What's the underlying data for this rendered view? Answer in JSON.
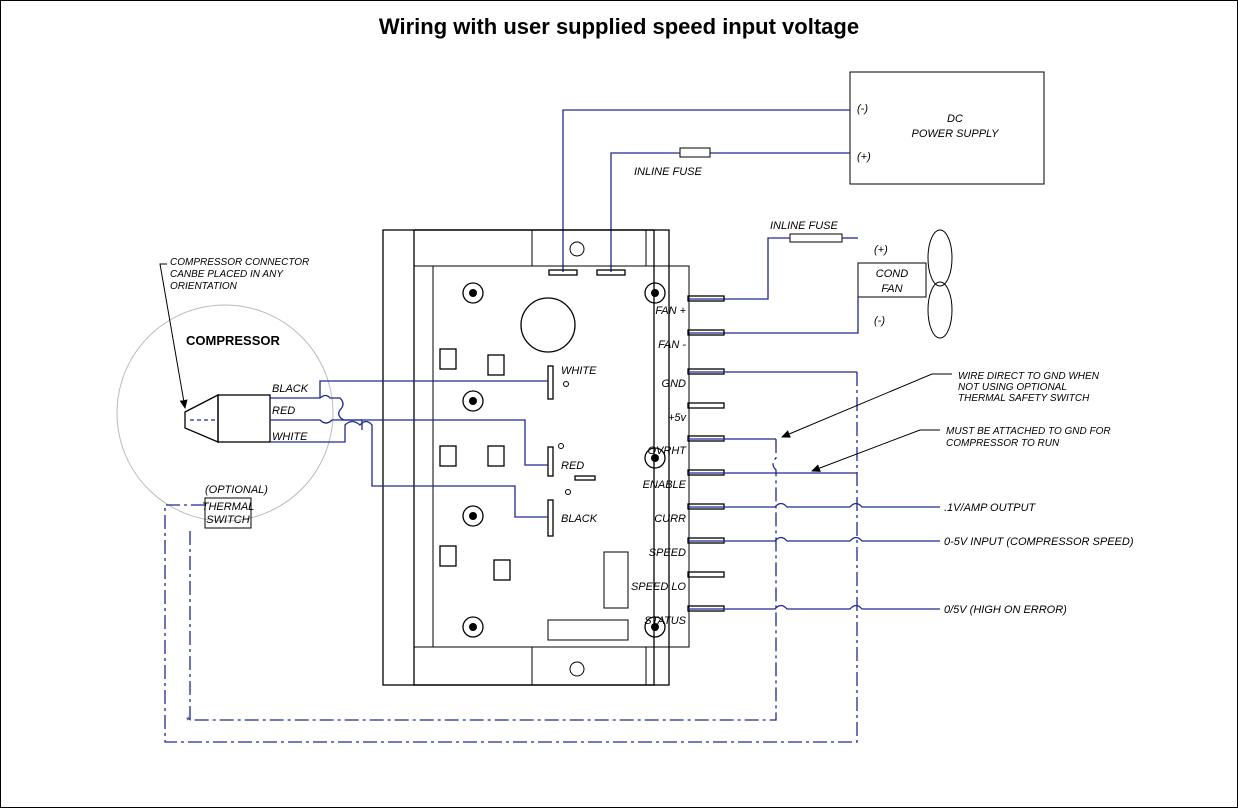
{
  "title": "Wiring with user supplied speed input voltage",
  "power_supply": {
    "neg": "(-)",
    "pos": "(+)",
    "line1": "DC",
    "line2": "POWER SUPPLY"
  },
  "fuse_top": "INLINE FUSE",
  "fuse_fan": "INLINE FUSE",
  "fan": {
    "pos": "(+)",
    "neg": "(-)",
    "line1": "COND",
    "line2": "FAN"
  },
  "compressor_note": [
    "COMPRESSOR CONNECTOR",
    "CANBE PLACED IN ANY",
    "ORIENTATION"
  ],
  "compressor_label": "COMPRESSOR",
  "compressor_wires": [
    "BLACK",
    "RED",
    "WHITE"
  ],
  "thermal": {
    "optional": "(OPTIONAL)",
    "line1": "THERMAL",
    "line2": "SWITCH"
  },
  "board_terminals": [
    "WHITE",
    "RED",
    "BLACK"
  ],
  "pins": [
    "FAN +",
    "FAN -",
    "GND",
    "+5v",
    "OVRHT",
    "ENABLE",
    "CURR",
    "SPEED",
    "SPEED LO",
    "STATUS"
  ],
  "notes": {
    "gnd_line1": "WIRE DIRECT TO GND WHEN",
    "gnd_line2": "NOT USING OPTIONAL",
    "gnd_line3": "THERMAL SAFETY SWITCH",
    "enable_line1": "MUST BE ATTACHED TO GND FOR",
    "enable_line2": "COMPRESSOR TO RUN",
    "curr": ".1V/AMP OUTPUT",
    "speed": "0-5V INPUT (COMPRESSOR SPEED)",
    "status": "0/5V (HIGH ON ERROR)"
  },
  "colors": {
    "wire": "#1f2a8f",
    "line": "#000000"
  }
}
